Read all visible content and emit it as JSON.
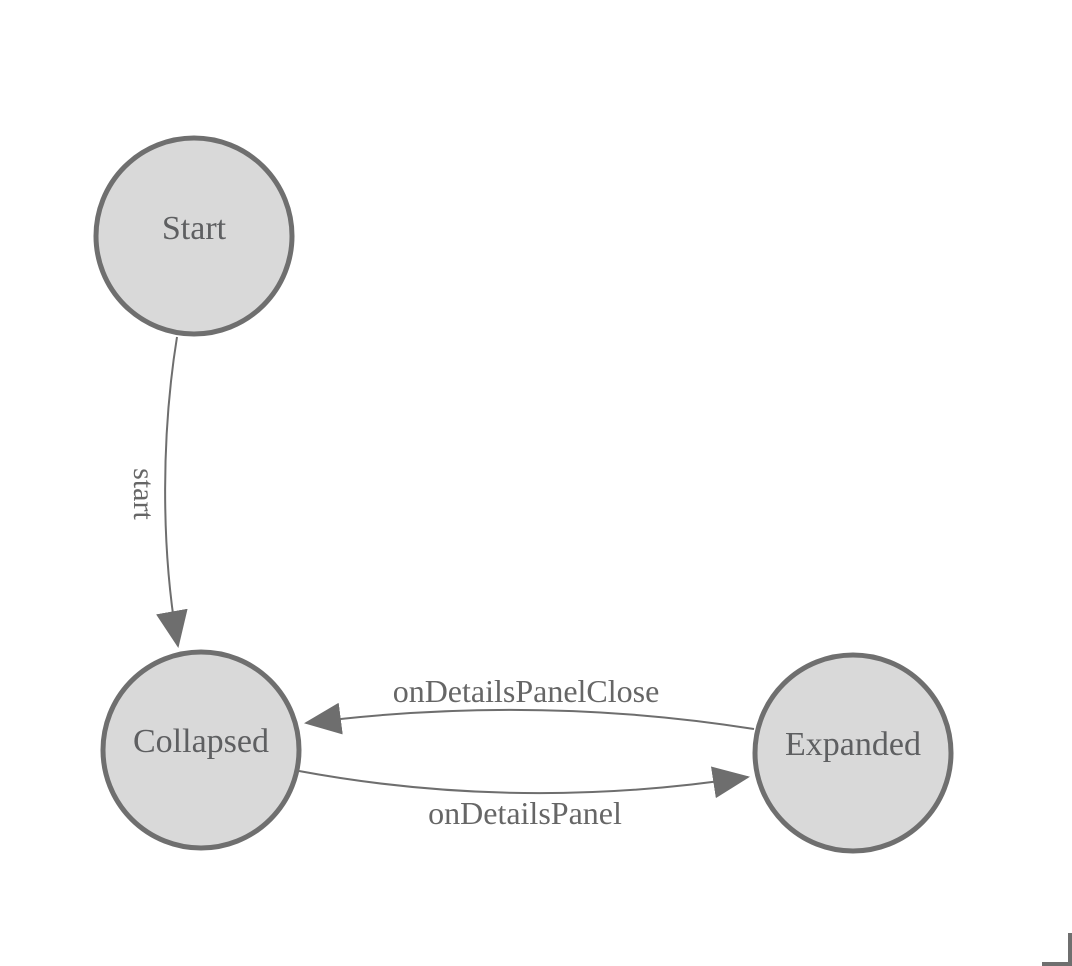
{
  "diagram": {
    "type": "state-machine",
    "background": "#ffffff",
    "nodes": [
      {
        "id": "Start",
        "label": "Start"
      },
      {
        "id": "Collapsed",
        "label": "Collapsed"
      },
      {
        "id": "Expanded",
        "label": "Expanded"
      }
    ],
    "edges": [
      {
        "from": "Start",
        "to": "Collapsed",
        "label": "start"
      },
      {
        "from": "Collapsed",
        "to": "Expanded",
        "label": "onDetailsPanel"
      },
      {
        "from": "Expanded",
        "to": "Collapsed",
        "label": "onDetailsPanelClose"
      }
    ],
    "colors": {
      "node_fill": "#d9d9d9",
      "node_stroke": "#6f6f6f",
      "edge_stroke": "#6e6e6e",
      "node_text": "#5e5f61",
      "edge_text": "#666666",
      "corner_mark": "#6f6f6f"
    }
  }
}
